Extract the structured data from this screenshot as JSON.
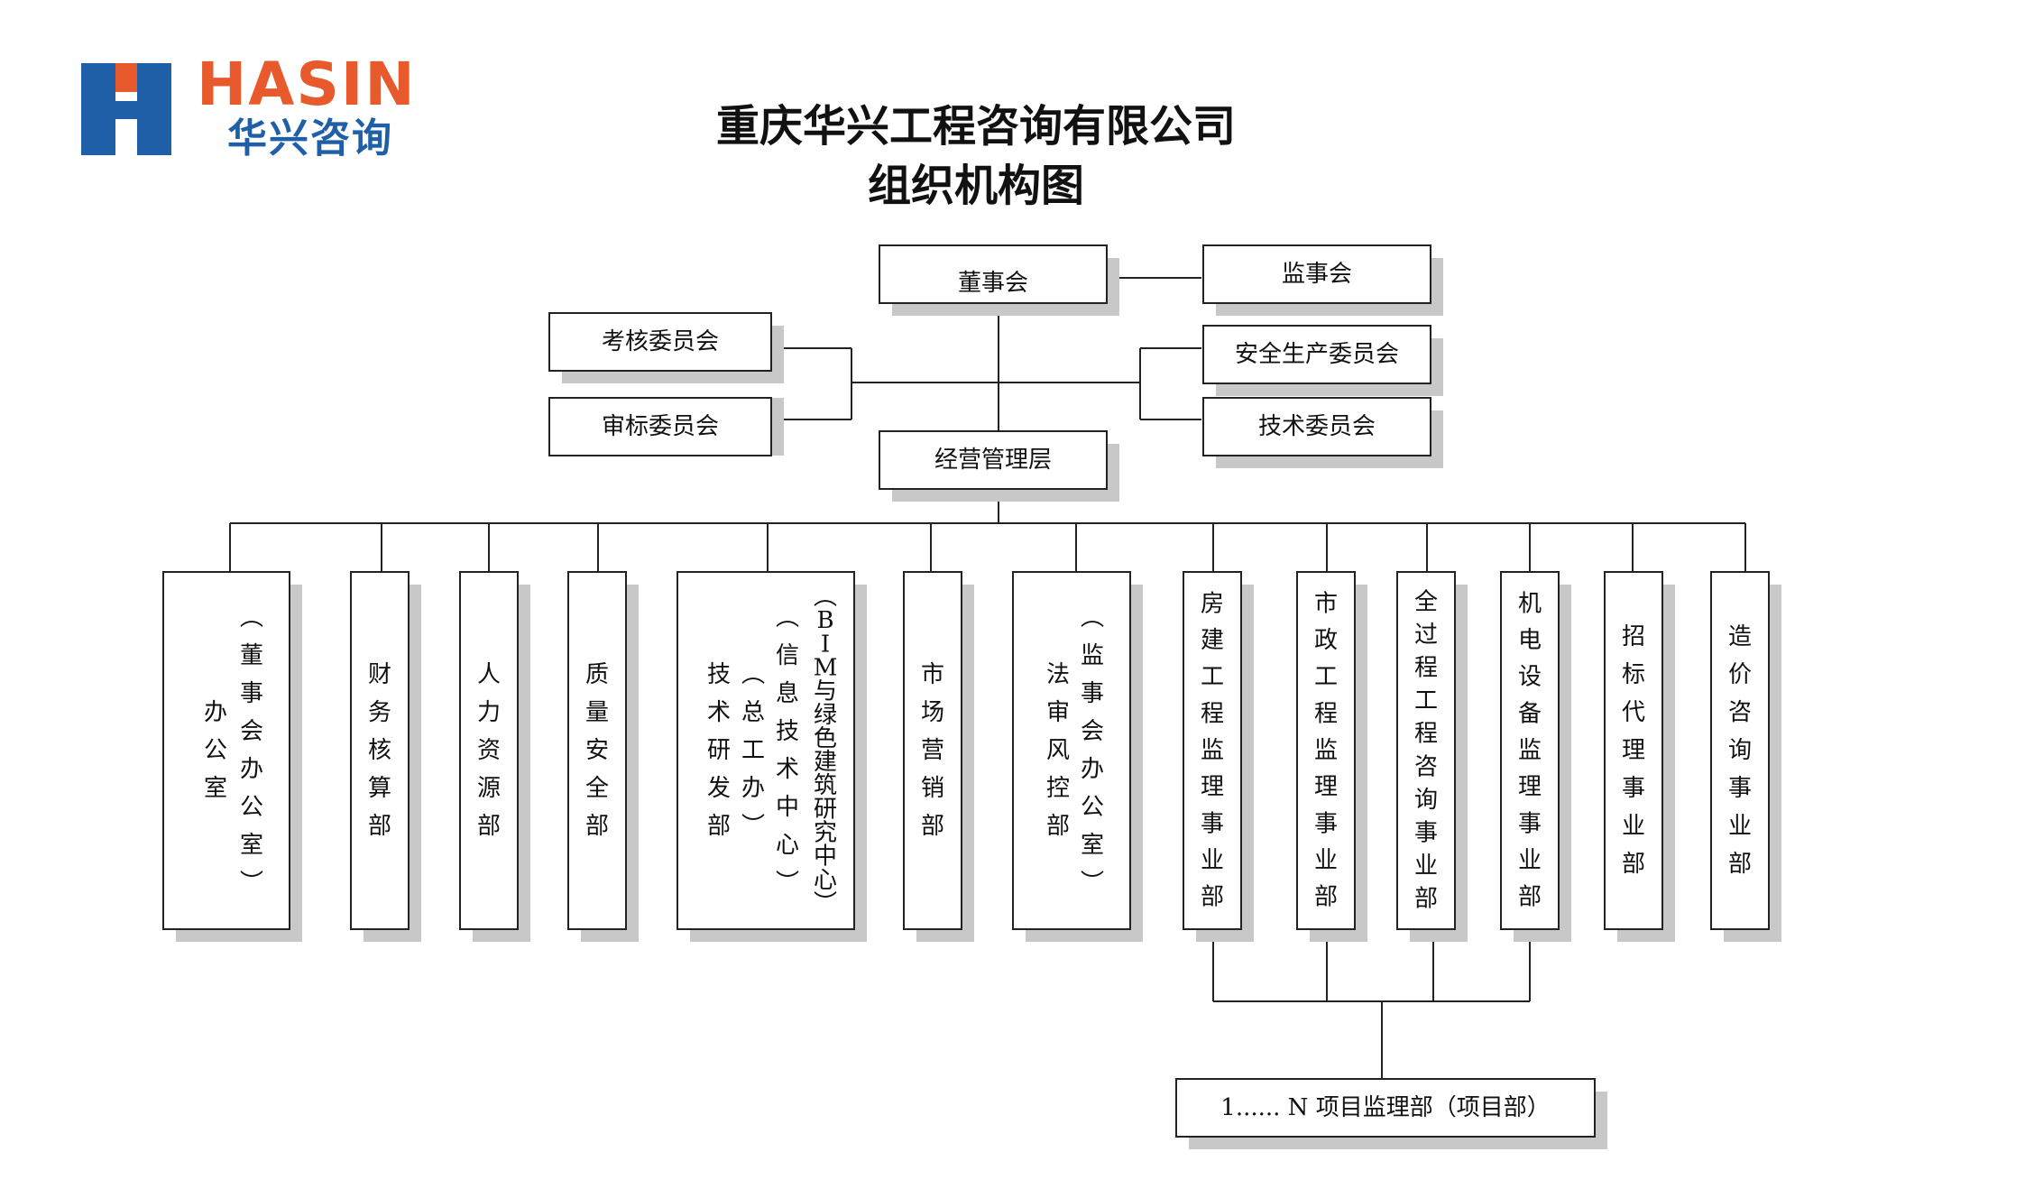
{
  "logo": {
    "mark": "H",
    "text_en": "HASIN",
    "text_cn": "华兴咨询",
    "colors": {
      "mark": "#1f5fa8",
      "accent": "#e85a2c",
      "text_en": "#e85a2c",
      "text_cn": "#1f5fa8"
    }
  },
  "title": {
    "line1": "重庆华兴工程咨询有限公司",
    "line2": "组织机构图"
  },
  "colors": {
    "box_border": "#222222",
    "box_shadow": "#c8c8c8",
    "line": "#222222"
  },
  "nodes": {
    "board": "董事会",
    "supervisors": "监事会",
    "assessment": "考核委员会",
    "bid_review": "审标委员会",
    "safety": "安全生产委员会",
    "technical": "技术委员会",
    "management": "经营管理层",
    "project": "1...... N  项目监理部（项目部）"
  },
  "departments": [
    {
      "columns": [
        "办公室",
        "（董事会办公室）"
      ]
    },
    {
      "columns": [
        "财务核算部"
      ]
    },
    {
      "columns": [
        "人力资源部"
      ]
    },
    {
      "columns": [
        "质量安全部"
      ]
    },
    {
      "columns": [
        "技术研发部",
        "（总工办）",
        "（信息技术中心）",
        "（BIM与绿色建筑研究中心）"
      ]
    },
    {
      "columns": [
        "市场营销部"
      ]
    },
    {
      "columns": [
        "法审风控部",
        "（监事会办公室）"
      ]
    },
    {
      "columns": [
        "房建工程监理事业部"
      ]
    },
    {
      "columns": [
        "市政工程监理事业部"
      ]
    },
    {
      "columns": [
        "全过程工程咨询事业部"
      ]
    },
    {
      "columns": [
        "机电设备监理事业部"
      ]
    },
    {
      "columns": [
        "招标代理事业部"
      ]
    },
    {
      "columns": [
        "造价咨询事业部"
      ]
    }
  ]
}
